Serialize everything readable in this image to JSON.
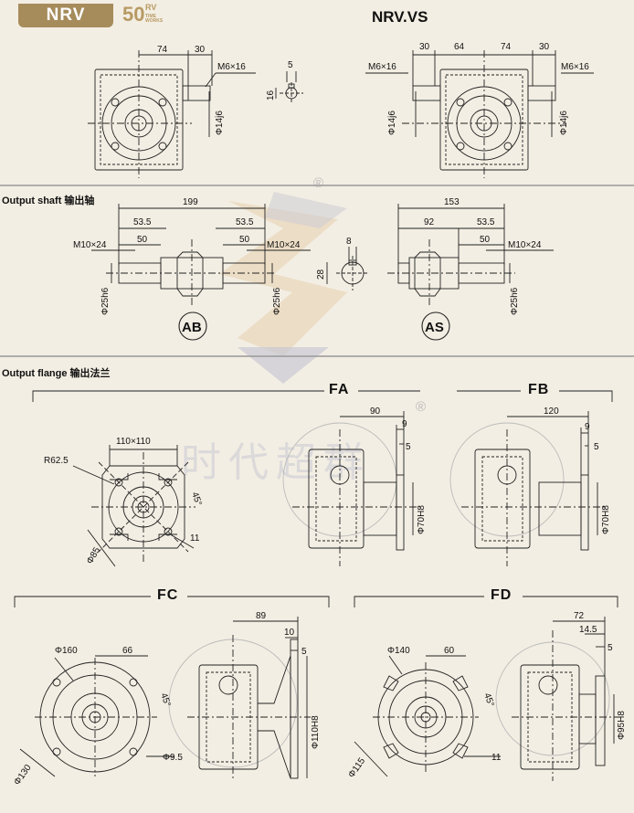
{
  "header": {
    "badge": "NRV",
    "logo_number": "50",
    "logo_super": "RV",
    "logo_sub_1": "TIME",
    "logo_sub_2": "WORKS",
    "title": "NRV.VS"
  },
  "top_left": {
    "dim_74": "74",
    "dim_30": "30",
    "thread": "M6×16",
    "dim_5": "5",
    "dim_16": "16",
    "shaft_dia": "Φ14j6"
  },
  "top_right": {
    "dim_30a": "30",
    "dim_64": "64",
    "dim_74": "74",
    "dim_30b": "30",
    "thread_left": "M6×16",
    "thread_right": "M6×16",
    "shaft_dia_left": "Φ14j6",
    "shaft_dia_right": "Φ14j6"
  },
  "output_shaft": {
    "section_title": "Output shaft 输出轴",
    "ab": {
      "dim_199": "199",
      "dim_53_5_left": "53.5",
      "dim_53_5_right": "53.5",
      "dim_50_left": "50",
      "dim_50_right": "50",
      "thread_left": "M10×24",
      "thread_right": "M10×24",
      "dia_left": "Φ25h6",
      "dia_right": "Φ25h6",
      "label": "AB"
    },
    "key": {
      "dim_8": "8",
      "dim_28": "28"
    },
    "as": {
      "dim_153": "153",
      "dim_92": "92",
      "dim_53_5": "53.5",
      "dim_50": "50",
      "thread": "M10×24",
      "dia": "Φ25h6",
      "label": "AS"
    }
  },
  "output_flange": {
    "section_title": "Output flange 输出法兰",
    "square": {
      "size": "110×110",
      "radius": "R62.5",
      "angle": "45°",
      "dim_11": "11",
      "dia": "Φ85"
    },
    "fa": {
      "label": "FA",
      "dim_90": "90",
      "dim_9": "9",
      "dim_5": "5",
      "dia": "Φ70H8"
    },
    "fb": {
      "label": "FB",
      "dim_120": "120",
      "dim_9": "9",
      "dim_5": "5",
      "dia": "Φ70H8"
    },
    "fc": {
      "label": "FC",
      "dia_outer": "Φ160",
      "dim_66": "66",
      "angle": "45°",
      "hole": "Φ9.5",
      "pcd": "Φ130",
      "dim_89": "89",
      "dim_10": "10",
      "dim_5": "5",
      "pilot": "Φ110H8"
    },
    "fd": {
      "label": "FD",
      "dia_outer": "Φ140",
      "dim_60": "60",
      "angle": "45°",
      "dim_11": "11",
      "pcd": "Φ115",
      "dim_72": "72",
      "dim_14_5": "14.5",
      "dim_5": "5",
      "pilot": "Φ95H8"
    }
  },
  "watermark": {
    "registered": "®",
    "chinese": "时代超群"
  },
  "colors": {
    "background": "#f3eee3",
    "badge": "#a68b5b",
    "watermark_orange": "#e6cfae",
    "watermark_gray": "#c9c9d4",
    "line": "#222222"
  }
}
